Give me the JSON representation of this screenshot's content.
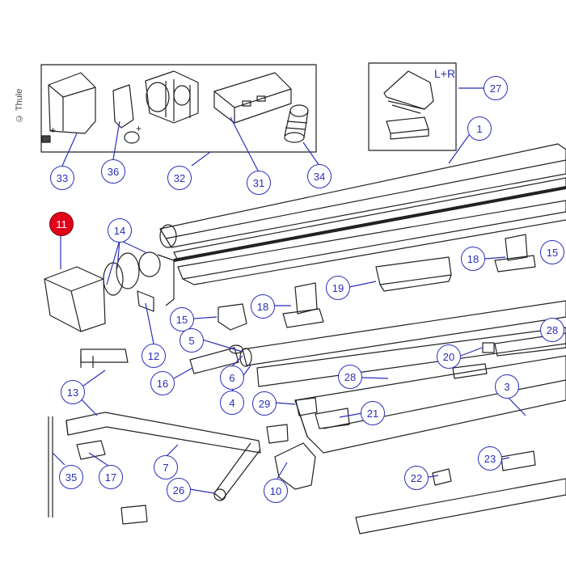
{
  "copyright": "© Thule",
  "lr_label": "L+R",
  "colors": {
    "callout": "#2a2fb8",
    "highlight_fill": "#e2001a",
    "part_line": "#222222"
  },
  "highlighted_part": "11",
  "callouts": [
    {
      "id": "33",
      "label": "33"
    },
    {
      "id": "36",
      "label": "36"
    },
    {
      "id": "32",
      "label": "32"
    },
    {
      "id": "31",
      "label": "31"
    },
    {
      "id": "34",
      "label": "34"
    },
    {
      "id": "27",
      "label": "27"
    },
    {
      "id": "1",
      "label": "1"
    },
    {
      "id": "11",
      "label": "11"
    },
    {
      "id": "14",
      "label": "14"
    },
    {
      "id": "15a",
      "label": "15"
    },
    {
      "id": "15b",
      "label": "15"
    },
    {
      "id": "18a",
      "label": "18"
    },
    {
      "id": "18b",
      "label": "18"
    },
    {
      "id": "19",
      "label": "19"
    },
    {
      "id": "5",
      "label": "5"
    },
    {
      "id": "12",
      "label": "12"
    },
    {
      "id": "16",
      "label": "16"
    },
    {
      "id": "6",
      "label": "6"
    },
    {
      "id": "4",
      "label": "4"
    },
    {
      "id": "13",
      "label": "13"
    },
    {
      "id": "20",
      "label": "20"
    },
    {
      "id": "28a",
      "label": "28"
    },
    {
      "id": "28b",
      "label": "28"
    },
    {
      "id": "3",
      "label": "3"
    },
    {
      "id": "29",
      "label": "29"
    },
    {
      "id": "21",
      "label": "21"
    },
    {
      "id": "7",
      "label": "7"
    },
    {
      "id": "17",
      "label": "17"
    },
    {
      "id": "35",
      "label": "35"
    },
    {
      "id": "26",
      "label": "26"
    },
    {
      "id": "10",
      "label": "10"
    },
    {
      "id": "22",
      "label": "22"
    },
    {
      "id": "23",
      "label": "23"
    }
  ]
}
